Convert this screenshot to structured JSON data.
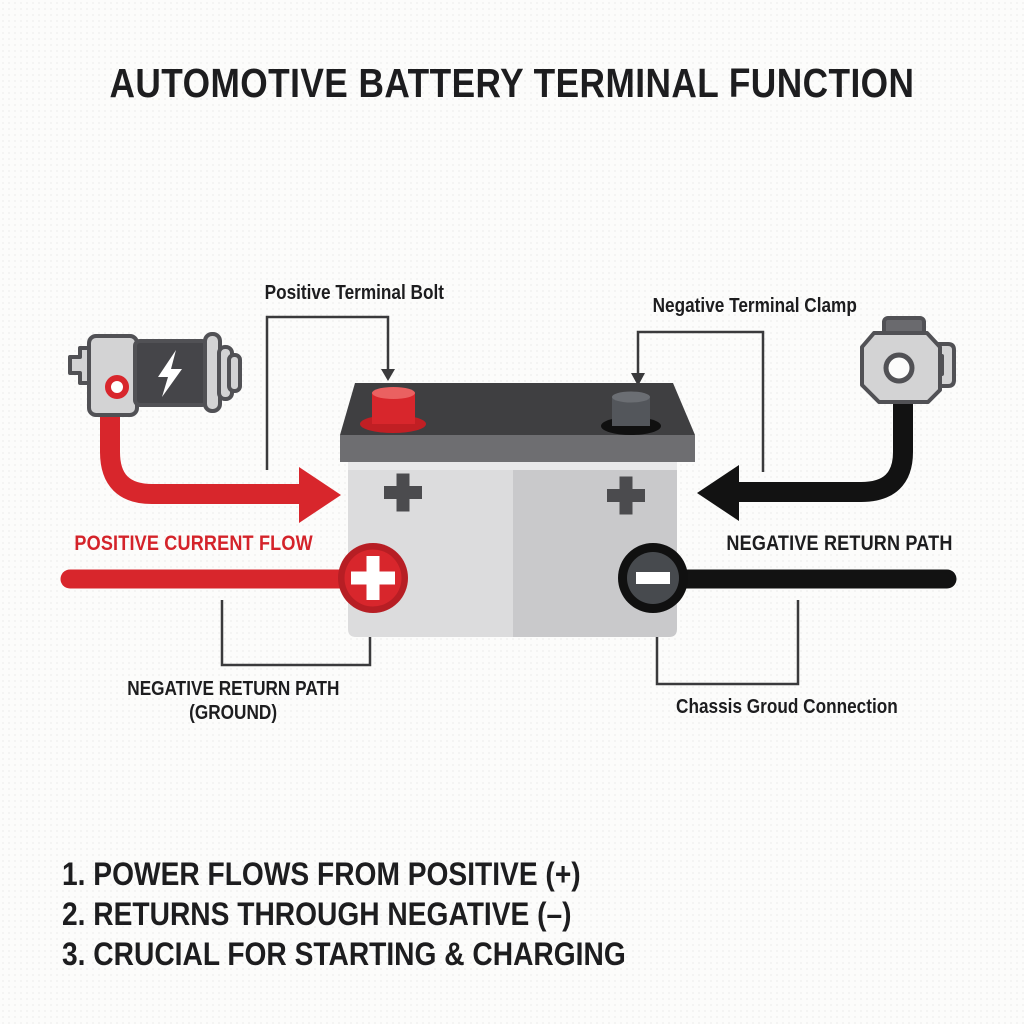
{
  "title": "AUTOMOTIVE BATTERY TERMINAL FUNCTION",
  "callouts": {
    "positive_terminal_bolt": "Positive Terminal Bolt",
    "negative_terminal_clamp": "Negative Terminal Clamp",
    "ground_line1": "NEGATIVE RETURN PATH",
    "ground_line2": "(GROUND)",
    "chassis_ground": "Chassis Groud Connection"
  },
  "flows": {
    "positive": "POSITIVE CURRENT FLOW",
    "negative": "NEGATIVE RETURN PATH"
  },
  "notes": [
    "1. POWER FLOWS FROM POSITIVE (+)",
    "2. RETURNS THROUGH NEGATIVE (–)",
    "3. CRUCIAL FOR STARTING & CHARGING"
  ],
  "icons": {
    "starter_motor": "starter-motor-icon",
    "engine_block": "engine-block-icon",
    "positive_circle_symbol": "+",
    "negative_circle_symbol": "−",
    "battery_cell_symbol_left": "+",
    "battery_cell_symbol_right": "+"
  },
  "colors": {
    "red": "#d4232a",
    "dark_red": "#b71e24",
    "black": "#121212",
    "battery_top": "#3f3f41",
    "battery_lip": "#6e6e71",
    "body_left": "#dcdcdd",
    "body_right": "#c9c9cb",
    "symbol_gray": "#4b4b4e",
    "text_dark": "#1d1d1f"
  }
}
